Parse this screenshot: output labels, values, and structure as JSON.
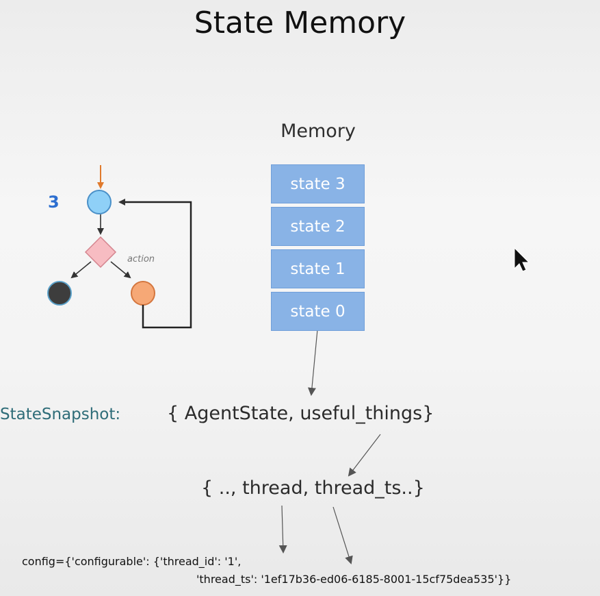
{
  "title": "State Memory",
  "memory": {
    "label": "Memory",
    "states": [
      "state 3",
      "state 2",
      "state 1",
      "state 0"
    ]
  },
  "graph": {
    "step_number": "3",
    "edge_label": "action"
  },
  "snapshot": {
    "label": "StateSnapshot:",
    "value": "{ AgentState, useful_things}"
  },
  "thread": {
    "value": "{ .., thread, thread_ts..}"
  },
  "config": {
    "line1": "config={'configurable': {'thread_id': '1',",
    "line2": "'thread_ts': '1ef17b36-ed06-6185-8001-15cf75dea535'}}"
  }
}
